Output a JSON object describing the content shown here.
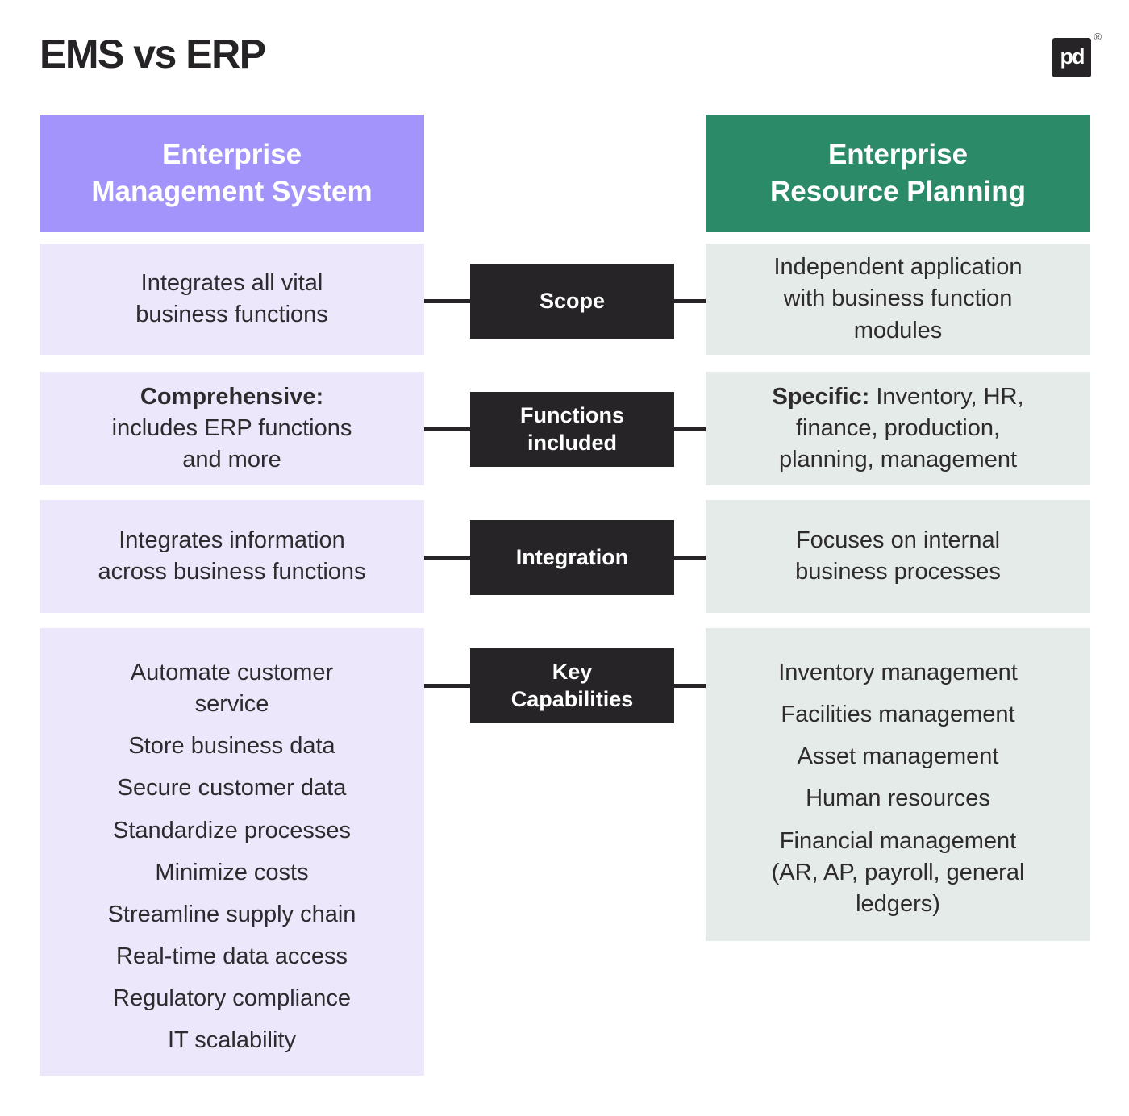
{
  "title": "EMS vs ERP",
  "logo": {
    "mark": "pd",
    "registered": "®"
  },
  "colors": {
    "ems_header_bg": "#a294fa",
    "ems_cell_bg": "#ece7fb",
    "erp_header_bg": "#2b8a68",
    "erp_cell_bg": "#e5ebe8",
    "category_bg": "#262426",
    "connector": "#262426",
    "text_dark": "#2e2b2e",
    "background": "#ffffff"
  },
  "headers": {
    "ems_line1": "Enterprise",
    "ems_line2": "Management System",
    "erp_line1": "Enterprise",
    "erp_line2": "Resource Planning"
  },
  "rows": {
    "row1": {
      "category": "Scope",
      "ems": "Integrates all vital business functions",
      "erp": "Independent application with business function modules"
    },
    "row2": {
      "category": "Functions included",
      "ems_lead": "Comprehensive:",
      "ems_text": " includes ERP functions and more",
      "erp_lead": "Specific:",
      "erp_text": " Inventory, HR, finance, production, planning, management"
    },
    "row3": {
      "category": "Integration",
      "ems": "Integrates information across business functions",
      "erp": "Focuses on internal business processes"
    },
    "row4": {
      "category": "Key Capabilities",
      "ems_items": [
        "Automate customer service",
        "Store business data",
        "Secure customer data",
        "Standardize processes",
        "Minimize costs",
        "Streamline supply chain",
        "Real-time data access",
        "Regulatory compliance",
        "IT scalability"
      ],
      "erp_items": [
        "Inventory management",
        "Facilities management",
        "Asset management",
        "Human resources",
        "Financial management (AR, AP, payroll, general ledgers)"
      ]
    }
  }
}
